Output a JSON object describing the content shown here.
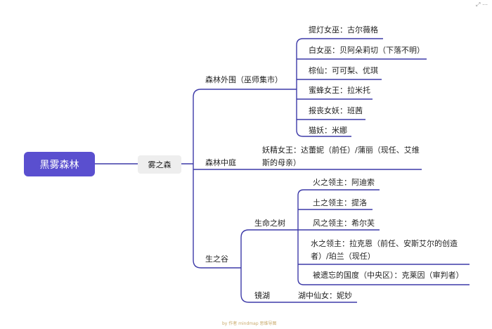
{
  "root": "黑雾森林",
  "level1": "雾之森",
  "branches": {
    "forest_outer": {
      "label": "森林外围（巫师集市）",
      "items": [
        "提灯女巫：古尔薇格",
        "白女巫：贝阿朵莉切（下落不明）",
        "棕仙：可可梨、优琪",
        "蜜蜂女王：拉米托",
        "报丧女妖：班茜",
        "猫妖：米娜"
      ]
    },
    "forest_center": {
      "label": "森林中庭",
      "item": "妖精女王：达蕾妮（前任）/蒲丽（现任、艾维斯的母亲）"
    },
    "valley": {
      "label": "生之谷",
      "tree": {
        "label": "生命之树",
        "items": [
          "火之领主：阿迪索",
          "土之领主：提洛",
          "风之领主：希尔芙",
          "水之领主：拉克恩（前任、安斯艾尔的创造者）/珀兰（现任）",
          "被遗忘的国度（中央区）：克莱因（审判者）"
        ]
      },
      "lake": {
        "label": "镜湖",
        "item": "湖中仙女：妮妙"
      }
    }
  },
  "corner_text": "⤢ ⋯",
  "footer_text": "by 作者 mindmap 思维导图"
}
